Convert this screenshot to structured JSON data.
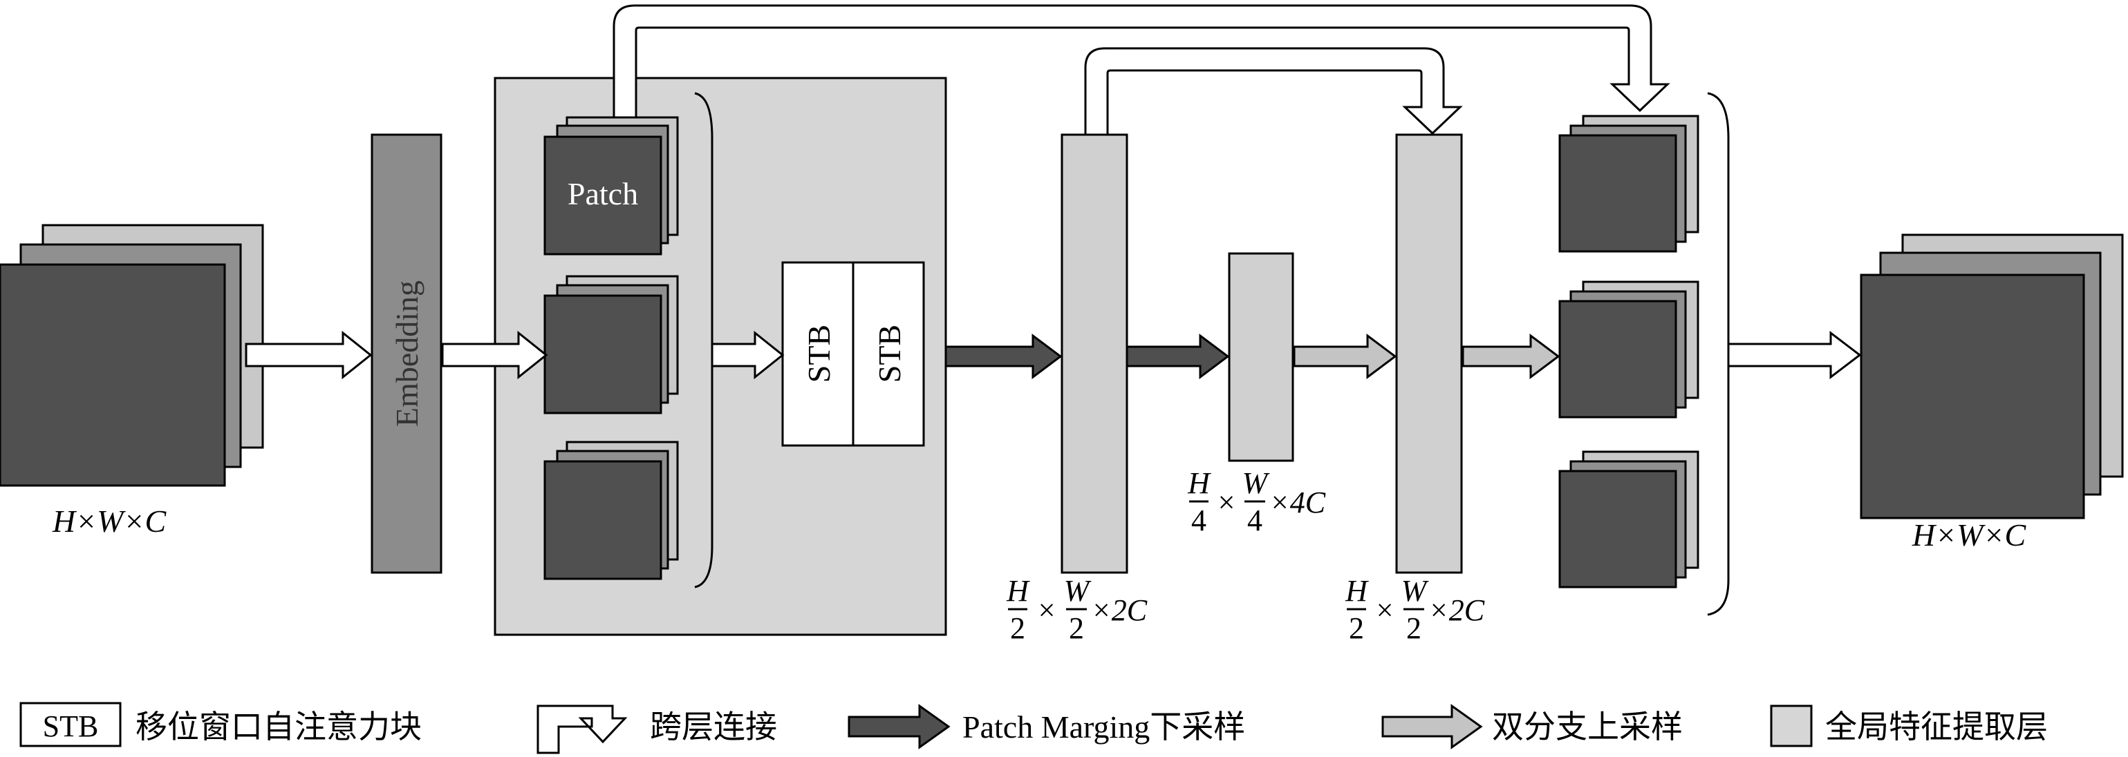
{
  "labels": {
    "embedding": "Embedding",
    "patch": "Patch",
    "stb": "STB"
  },
  "dims": {
    "input": "H×W×C",
    "output": "H×W×C",
    "dim2": {
      "h_num": "H",
      "h_den": "2",
      "w_num": "W",
      "w_den": "2",
      "times": "×",
      "suffix": "×2C"
    },
    "dim4": {
      "h_num": "H",
      "h_den": "4",
      "w_num": "W",
      "w_den": "4",
      "times": "×",
      "suffix": "×4C"
    }
  },
  "legend": [
    {
      "symbol": "STB",
      "text": "移位窗口自注意力块"
    },
    {
      "text": "跨层连接"
    },
    {
      "text": "Patch Marging下采样"
    },
    {
      "text": "双分支上采样"
    },
    {
      "text": "全局特征提取层"
    }
  ],
  "colors": {
    "dark": "#505050",
    "mid_back": "#909090",
    "light_back": "#c8c8c8",
    "embedding": "#8c8c8c",
    "panel": "#d6d6d6",
    "light_block": "#d0d0d0",
    "arrow_dark": "#4f4f4f",
    "arrow_light": "#c4c4c4"
  }
}
